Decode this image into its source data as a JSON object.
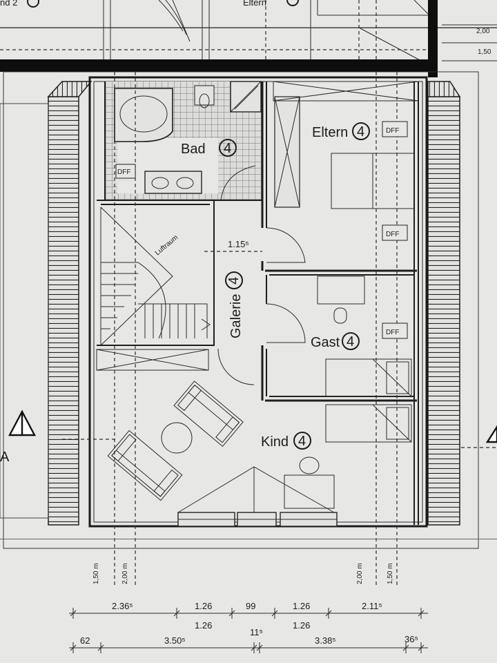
{
  "rooms": {
    "bath": "Bad",
    "parents": "Eltern",
    "gallery": "Galerie",
    "guest": "Gast",
    "child": "Kind",
    "air_space": "Luftraum",
    "room_number": "4"
  },
  "window_labels": [
    "DFF",
    "DFF",
    "DFF",
    "DFF"
  ],
  "opening_dim": "1.15⁵",
  "top_right_dims": [
    "2,00",
    "1,50"
  ],
  "top_left_fragments": [
    "nd 2",
    "Eltern"
  ],
  "height_marks": {
    "left": [
      "1,50 m",
      "2,00 m"
    ],
    "right": [
      "2,00 m",
      "1,50 m"
    ]
  },
  "dim_row1": [
    "2.36⁵",
    "1.26",
    "99",
    "1.26",
    "2.11⁵"
  ],
  "dim_row1b": [
    "1.26",
    "1.26"
  ],
  "dim_row2": [
    "62",
    "3.50⁵",
    "11⁵",
    "3.38⁵",
    "36⁵"
  ],
  "section_marker": "A"
}
